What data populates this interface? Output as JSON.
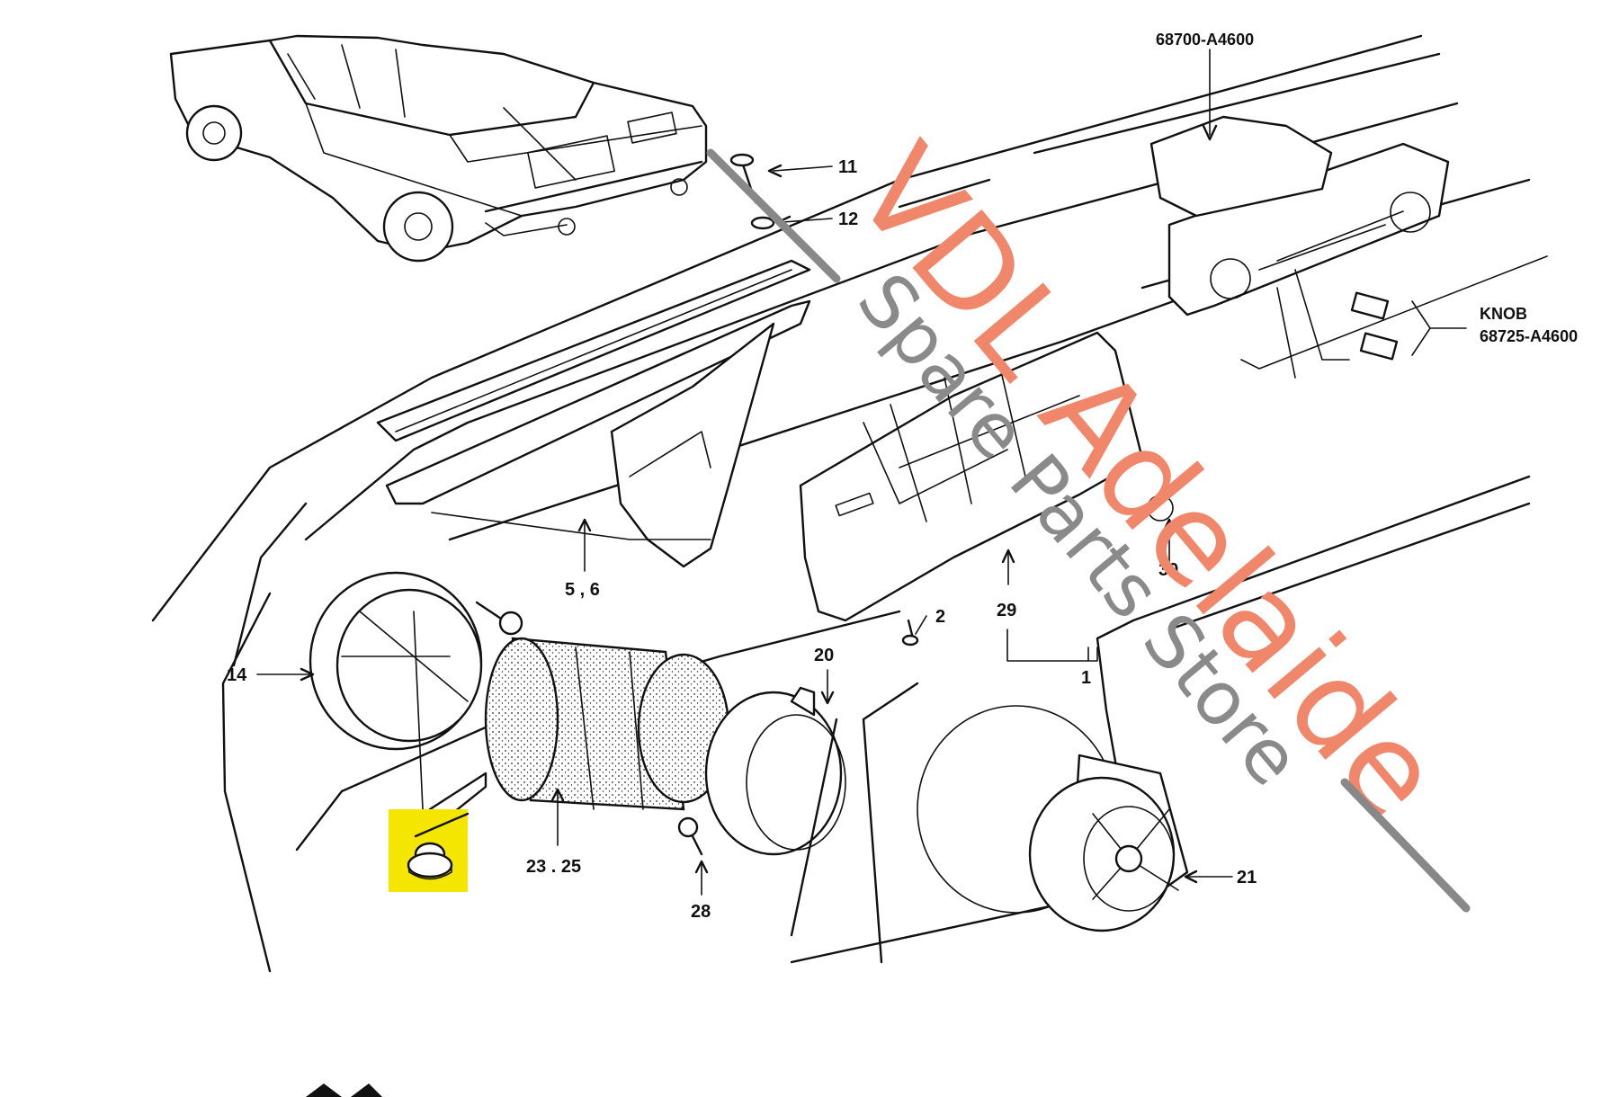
{
  "diagram": {
    "top_part_number": "68700-A4600",
    "knob_label": "KNOB",
    "knob_part_number": "68725-A4600",
    "callouts": {
      "c1": "1",
      "c2": "2",
      "c5_6": "5 , 6",
      "c11": "11",
      "c12": "12",
      "c14": "14",
      "c20": "20",
      "c21": "21",
      "c23_25": "23 . 25",
      "c28": "28",
      "c29": "29",
      "c30": "30"
    },
    "highlight_color": "#f5e600"
  },
  "watermark": {
    "line1": "VDL Adelaide",
    "line2": "Spare Parts Store",
    "color_line1": "#f0876a",
    "color_line2": "#8a8a8a"
  }
}
